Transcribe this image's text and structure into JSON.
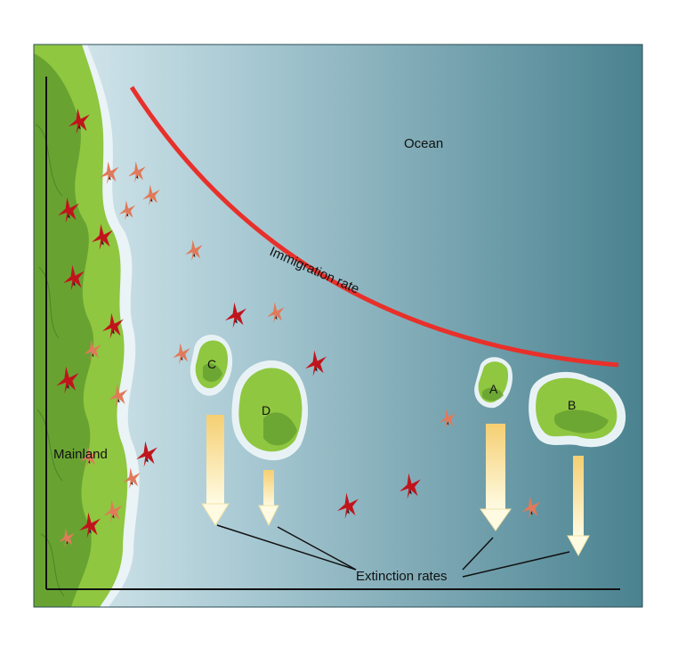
{
  "labels": {
    "ocean": "Ocean",
    "mainland": "Mainland",
    "immigration": "Immigration rate",
    "extinction": "Extinction rates"
  },
  "islands": [
    {
      "id": "C",
      "label": "C"
    },
    {
      "id": "D",
      "label": "D"
    },
    {
      "id": "A",
      "label": "A"
    },
    {
      "id": "B",
      "label": "B"
    }
  ],
  "colors": {
    "ocean_light": "#cfe3ea",
    "ocean_dark": "#4f8896",
    "land_light": "#8fc740",
    "land_dark": "#5e9a2e",
    "land_shore": "#e6f1f4",
    "immigration_curve": "#e8302a",
    "bird_dark": "#c0141c",
    "bird_light": "#e07a5a",
    "arrow_top": "#fff7c8",
    "arrow_bottom": "#f7d27a",
    "axis": "#111111"
  },
  "icons": [
    "bird-icon",
    "arrow-down-icon"
  ]
}
